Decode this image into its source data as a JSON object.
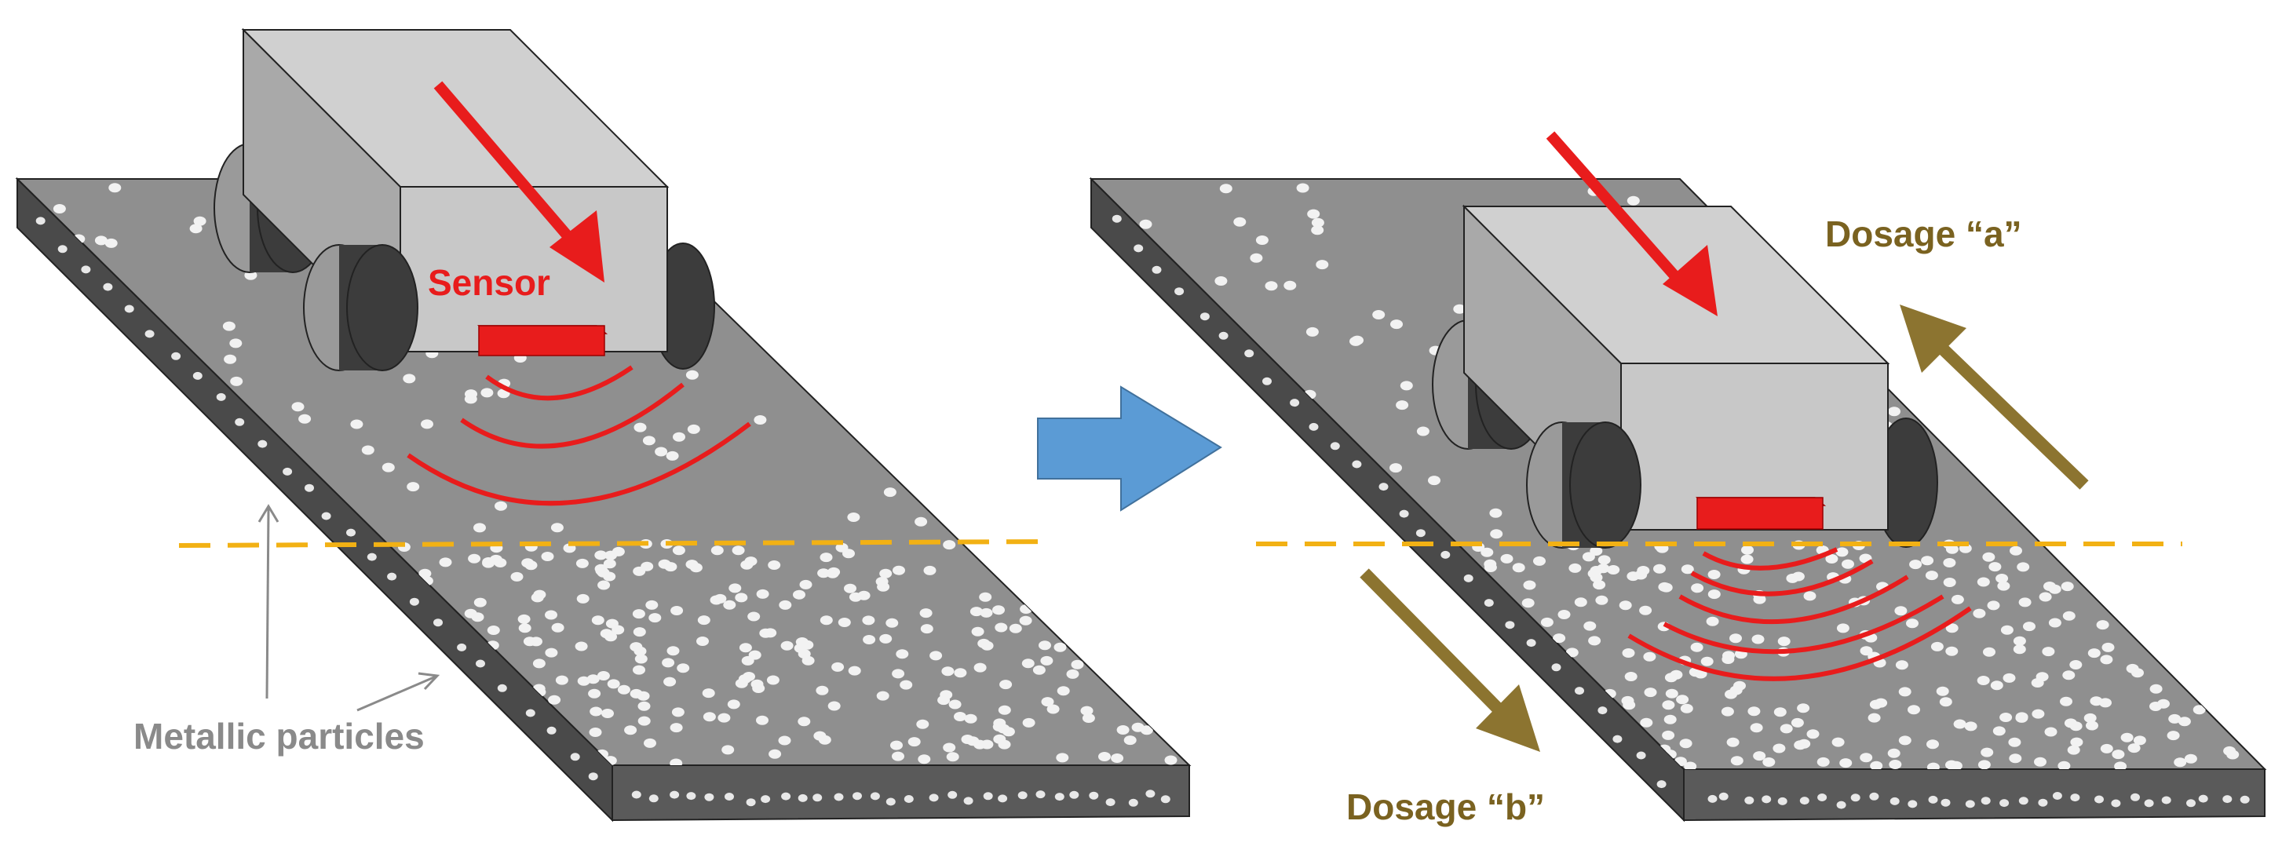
{
  "labels": {
    "sensor": "Sensor",
    "metallic_particles": "Metallic particles",
    "dosage_a": "Dosage “a”",
    "dosage_b": "Dosage “b”"
  },
  "colors": {
    "red": "#e81c1c",
    "gold_text": "#7a6220",
    "gold_arrow": "#8c7430",
    "dashed_line": "#f2b114",
    "flow_arrow": "#5b9bd5",
    "slab_top": "#8f8f8f",
    "slab_side": "#4a4a4a",
    "label_gray": "#8a8a8a",
    "vehicle_body": "#c8c8c8",
    "wheel": "#3c3c3c"
  }
}
